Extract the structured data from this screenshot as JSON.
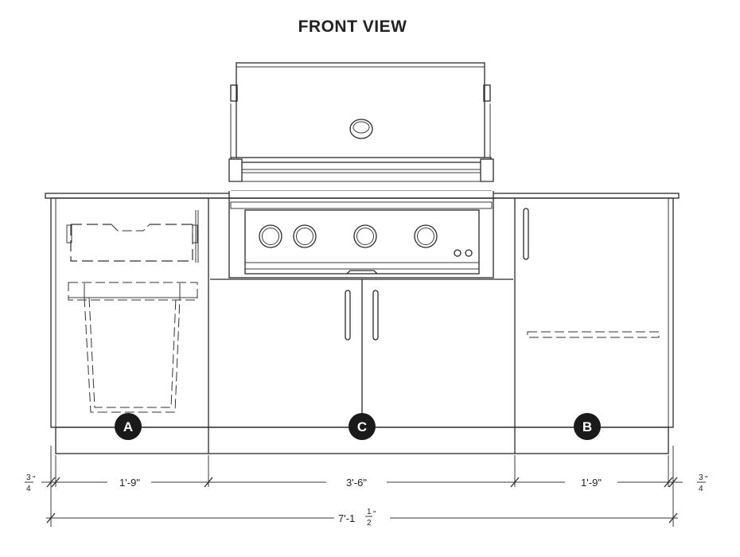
{
  "title": "FRONT VIEW",
  "colors": {
    "line": "#2a2a2a",
    "badge": "#1a1a1a",
    "background": "#ffffff"
  },
  "labels": {
    "a": "A",
    "b": "B",
    "c": "C"
  },
  "dimensions": {
    "left_section": "1'-9\"",
    "center_section": "3'-6\"",
    "right_section": "1'-9\"",
    "total_main": "7'-1",
    "total_frac_num": "1",
    "total_frac_den": "2",
    "total_inch_mark": "\"",
    "left_end_num": "3",
    "left_end_den": "4",
    "right_end_num": "3",
    "right_end_den": "4",
    "end_inch_mark": "\""
  }
}
